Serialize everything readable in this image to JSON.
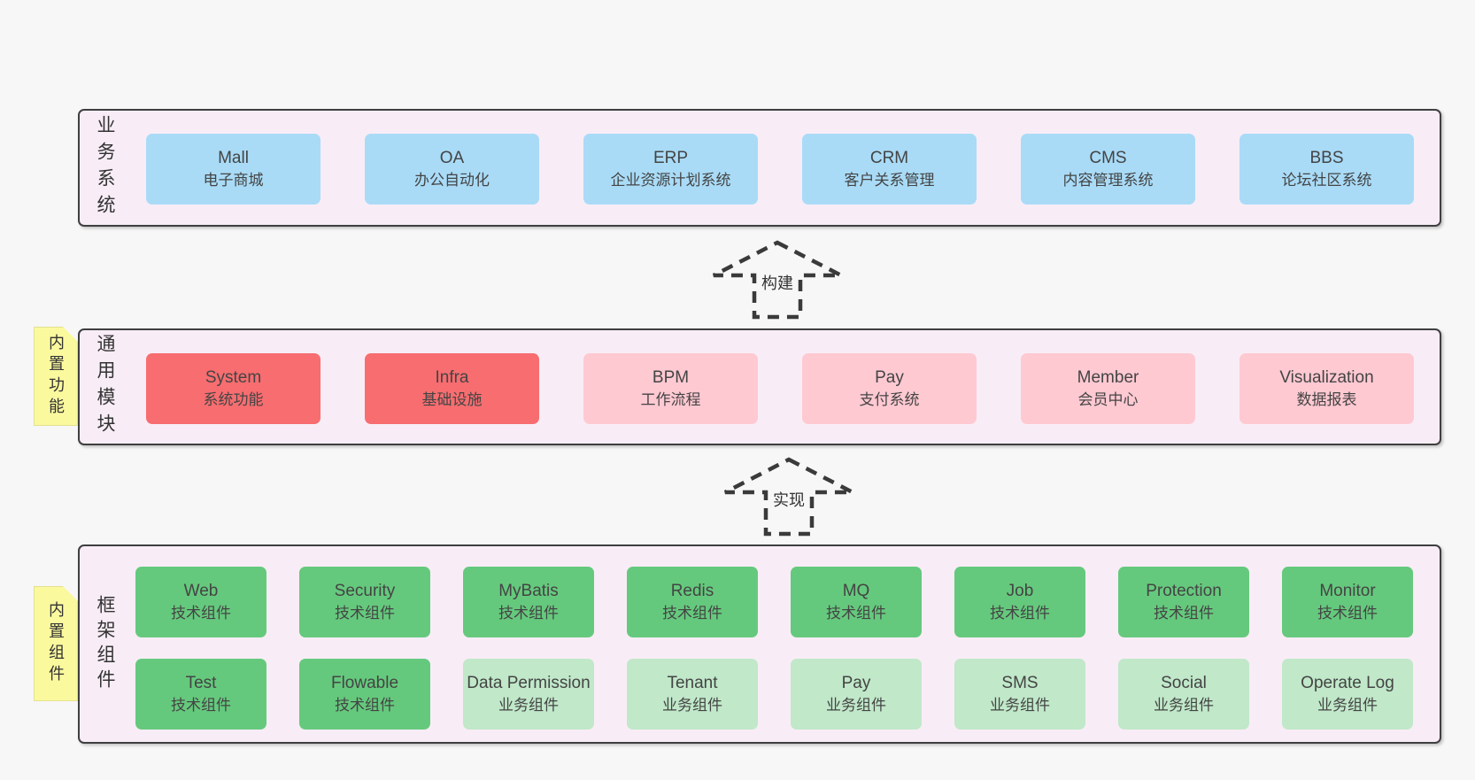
{
  "colors": {
    "page_bg": "#f7f7f7",
    "container_bg": "#f8edf6",
    "container_border": "#3f3f3f",
    "box_blue": "#a9dbf7",
    "box_red": "#f76d70",
    "box_pink": "#ffc9d2",
    "box_green": "#65c97d",
    "box_light_green": "#c0e8c9",
    "note_yellow": "#fbf99e",
    "note_fold_gray": "#c9c9c9",
    "text": "#444444"
  },
  "sections": {
    "business": {
      "label": "业务系统",
      "boxes": [
        {
          "name": "Mall",
          "desc": "电子商城"
        },
        {
          "name": "OA",
          "desc": "办公自动化"
        },
        {
          "name": "ERP",
          "desc": "企业资源计划系统"
        },
        {
          "name": "CRM",
          "desc": "客户关系管理"
        },
        {
          "name": "CMS",
          "desc": "内容管理系统"
        },
        {
          "name": "BBS",
          "desc": "论坛社区系统"
        }
      ]
    },
    "modules": {
      "label": "通用模块",
      "note": "内置功能",
      "boxes": [
        {
          "name": "System",
          "desc": "系统功能"
        },
        {
          "name": "Infra",
          "desc": "基础设施"
        },
        {
          "name": "BPM",
          "desc": "工作流程"
        },
        {
          "name": "Pay",
          "desc": "支付系统"
        },
        {
          "name": "Member",
          "desc": "会员中心"
        },
        {
          "name": "Visualization",
          "desc": "数据报表"
        }
      ]
    },
    "components": {
      "label": "框架组件",
      "note": "内置组件",
      "row1": [
        {
          "name": "Web",
          "desc": "技术组件"
        },
        {
          "name": "Security",
          "desc": "技术组件"
        },
        {
          "name": "MyBatis",
          "desc": "技术组件"
        },
        {
          "name": "Redis",
          "desc": "技术组件"
        },
        {
          "name": "MQ",
          "desc": "技术组件"
        },
        {
          "name": "Job",
          "desc": "技术组件"
        },
        {
          "name": "Protection",
          "desc": "技术组件"
        },
        {
          "name": "Monitor",
          "desc": "技术组件"
        }
      ],
      "row2": [
        {
          "name": "Test",
          "desc": "技术组件"
        },
        {
          "name": "Flowable",
          "desc": "技术组件"
        },
        {
          "name": "Data Permission",
          "desc": "业务组件"
        },
        {
          "name": "Tenant",
          "desc": "业务组件"
        },
        {
          "name": "Pay",
          "desc": "业务组件"
        },
        {
          "name": "SMS",
          "desc": "业务组件"
        },
        {
          "name": "Social",
          "desc": "业务组件"
        },
        {
          "name": "Operate Log",
          "desc": "业务组件"
        }
      ]
    }
  },
  "arrows": {
    "build": {
      "label": "构建"
    },
    "implement": {
      "label": "实现"
    }
  }
}
